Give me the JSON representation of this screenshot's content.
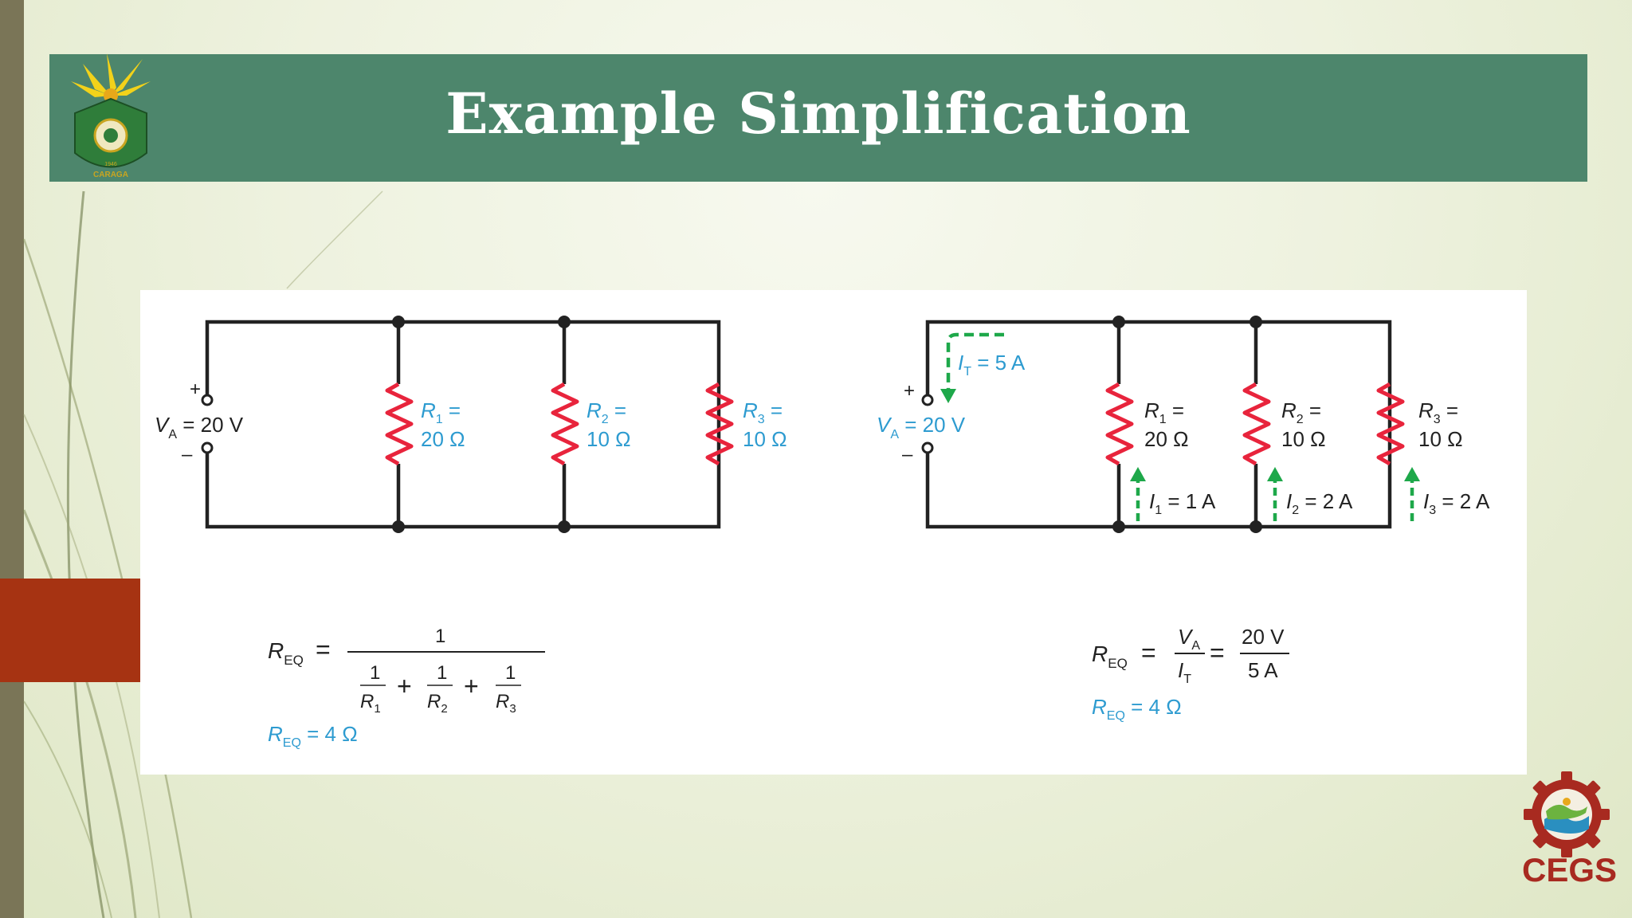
{
  "slide": {
    "title": "Example Simplification",
    "footer_logo_text": "CEGS",
    "left_logo_text": [
      "CARAGA",
      "1946"
    ]
  },
  "colors": {
    "title_bar": "#4d866c",
    "accent_red": "#a63312",
    "resistor": "#e8243c",
    "label_blue": "#2d9bd0",
    "current_green": "#1ea84a",
    "wire": "#222222"
  },
  "icons": [
    "caraga-university-logo",
    "cegs-gear-logo",
    "resistor-icon",
    "current-arrow-icon"
  ],
  "left_circuit": {
    "source_plus": "+",
    "source_minus": "–",
    "source_label": "V",
    "source_sub": "A",
    "source_value": " = 20 V",
    "resistors": [
      {
        "name": "R",
        "sub": "1",
        "eq": " =",
        "value": "20 Ω"
      },
      {
        "name": "R",
        "sub": "2",
        "eq": " =",
        "value": "10 Ω"
      },
      {
        "name": "R",
        "sub": "3",
        "eq": " =",
        "value": "10 Ω"
      }
    ],
    "formula": {
      "lhs": "R",
      "lhs_sub": "EQ",
      "equals": "=",
      "numerator": "1",
      "terms": [
        {
          "num": "1",
          "den": "R",
          "den_sub": "1"
        },
        {
          "num": "1",
          "den": "R",
          "den_sub": "2"
        },
        {
          "num": "1",
          "den": "R",
          "den_sub": "3"
        }
      ],
      "plus": "+",
      "result_lhs": "R",
      "result_sub": "EQ",
      "result_rhs": " = 4 Ω"
    }
  },
  "right_circuit": {
    "source_plus": "+",
    "source_minus": "–",
    "source_label": "V",
    "source_sub": "A",
    "source_value": " = 20 V",
    "total_current": {
      "name": "I",
      "sub": "T",
      "value": " = 5 A"
    },
    "resistors": [
      {
        "name": "R",
        "sub": "1",
        "eq": " =",
        "value": "20 Ω",
        "current_name": "I",
        "current_sub": "1",
        "current_value": " = 1 A"
      },
      {
        "name": "R",
        "sub": "2",
        "eq": " =",
        "value": "10 Ω",
        "current_name": "I",
        "current_sub": "2",
        "current_value": " = 2 A"
      },
      {
        "name": "R",
        "sub": "3",
        "eq": " =",
        "value": "10 Ω",
        "current_name": "I",
        "current_sub": "3",
        "current_value": " = 2 A"
      }
    ],
    "formula": {
      "lhs": "R",
      "lhs_sub": "EQ",
      "equals": "=",
      "frac1_num": "V",
      "frac1_num_sub": "A",
      "frac1_den": "I",
      "frac1_den_sub": "T",
      "frac2_num": "20 V",
      "frac2_den": "5 A",
      "result_lhs": "R",
      "result_sub": "EQ",
      "result_rhs": " = 4 Ω"
    }
  }
}
